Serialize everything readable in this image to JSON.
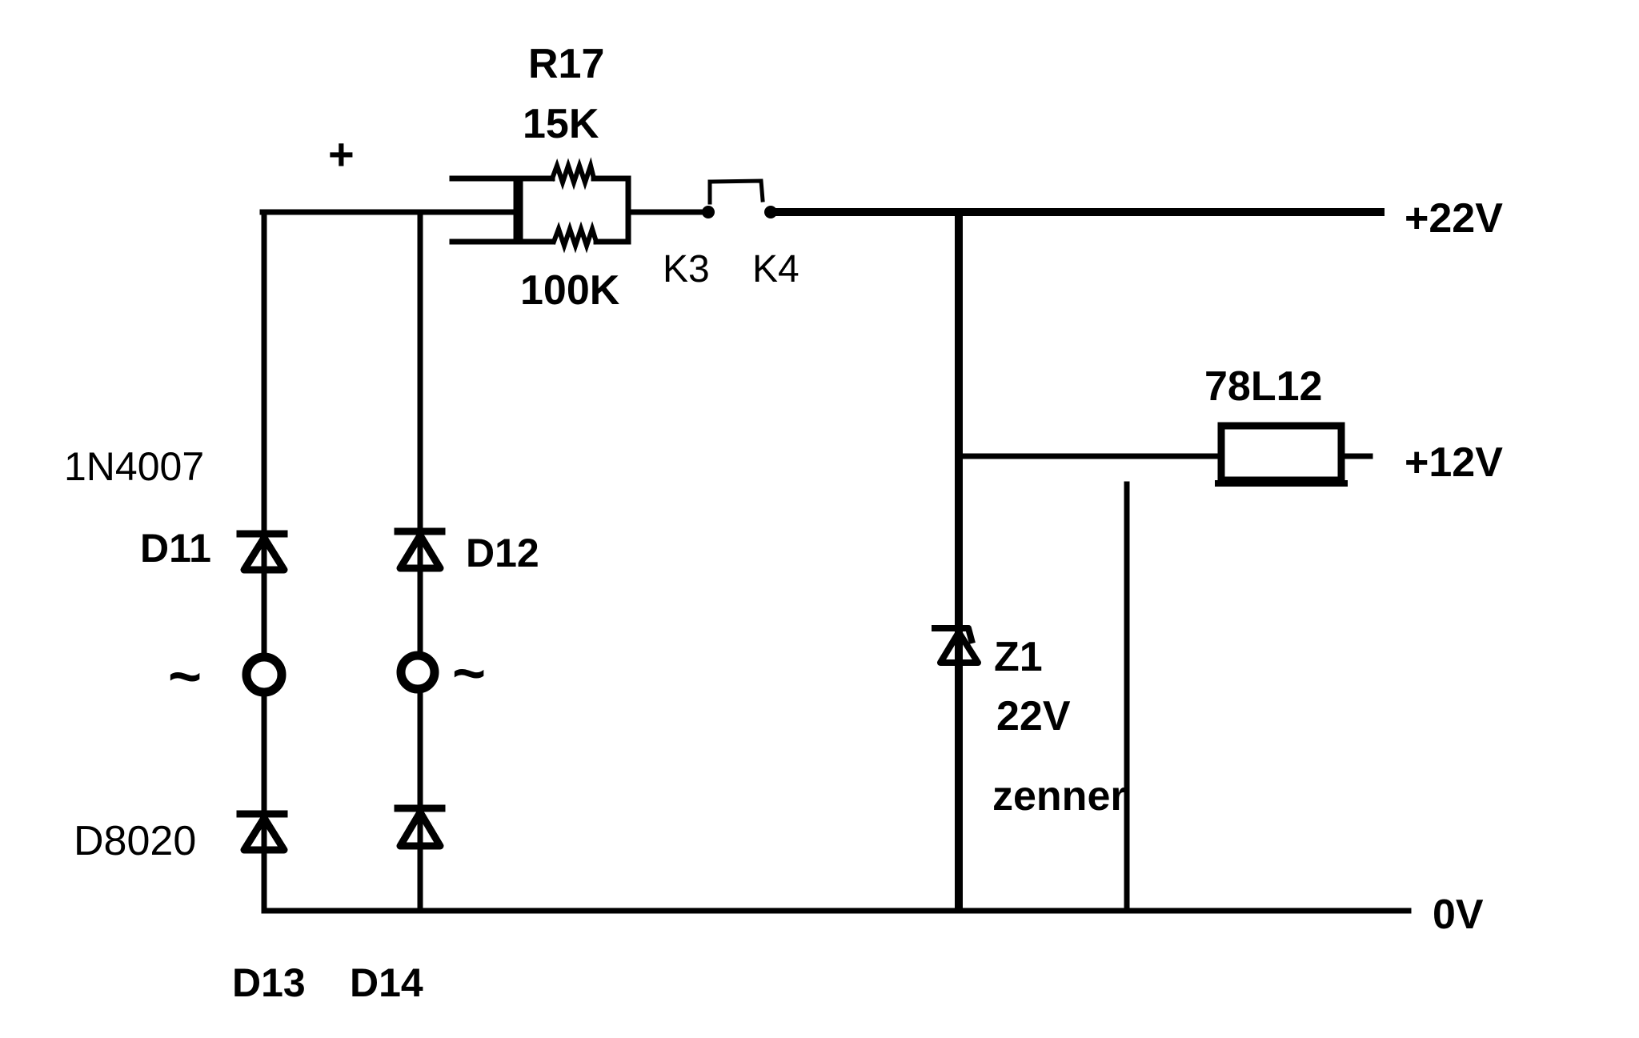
{
  "diagram": {
    "type": "circuit-schematic",
    "colors": {
      "ink": "#000000",
      "background": "#ffffff"
    },
    "labels": {
      "plus_sign": "+",
      "resistor_designator": "R17",
      "resistor_value_top": "15K",
      "resistor_value_bottom": "100K",
      "contact_left": "K3",
      "contact_right": "K4",
      "rail_22v": "+22V",
      "regulator": "78L12",
      "rail_12v": "+12V",
      "rail_0v": "0V",
      "diode_part_top": "1N4007",
      "diode_part_bottom": "D8020",
      "d11": "D11",
      "d12": "D12",
      "d13": "D13",
      "d14": "D14",
      "ac_left": "~",
      "ac_right": "~",
      "zener_designator": "Z1",
      "zener_voltage": "22V",
      "zener_note": "zenner"
    },
    "components": [
      {
        "id": "R17",
        "kind": "resistor-pair-parallel",
        "values": [
          "15K",
          "100K"
        ]
      },
      {
        "id": "K3-K4",
        "kind": "contact-jumper"
      },
      {
        "id": "D11",
        "kind": "diode",
        "part": "1N4007"
      },
      {
        "id": "D12",
        "kind": "diode",
        "part": "1N4007"
      },
      {
        "id": "D13",
        "kind": "diode",
        "part": "D8020"
      },
      {
        "id": "D14",
        "kind": "diode",
        "part": "D8020"
      },
      {
        "id": "Z1",
        "kind": "zener-diode",
        "voltage": "22V"
      },
      {
        "id": "78L12",
        "kind": "voltage-regulator",
        "output": "+12V"
      }
    ],
    "nets": [
      "+22V",
      "+12V",
      "0V",
      "AC~"
    ]
  }
}
